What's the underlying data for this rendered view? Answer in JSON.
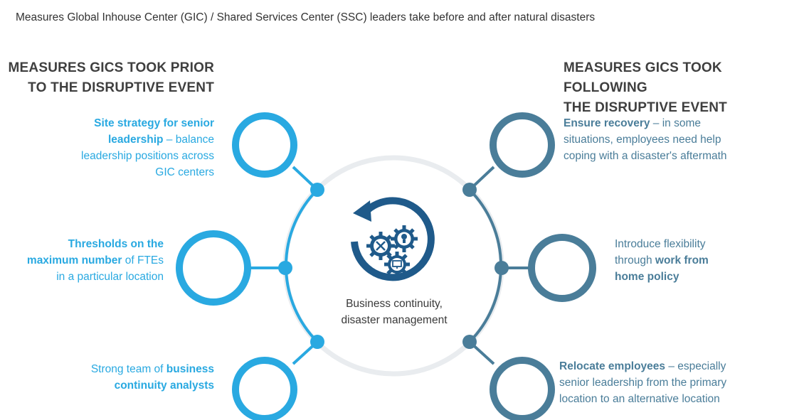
{
  "title": "Measures Global Inhouse Center (GIC) / Shared Services Center (SSC) leaders take before and after natural disasters",
  "left_heading": [
    "MEASURES GICS TOOK PRIOR",
    "TO THE DISRUPTIVE EVENT"
  ],
  "right_heading": [
    "MEASURES GICS TOOK FOLLOWING",
    "THE DISRUPTIVE EVENT"
  ],
  "center_label": [
    "Business continuity,",
    "disaster management"
  ],
  "colors": {
    "before": "#29a9e1",
    "after": "#4a7d99",
    "ring": "#e9ecef",
    "icon": "#1f5a8a"
  },
  "left_items": [
    {
      "lines": [
        [
          {
            "t": "Site strategy for senior",
            "b": true
          }
        ],
        [
          {
            "t": "leadership",
            "b": true
          },
          {
            "t": " – balance",
            "b": false
          }
        ],
        [
          {
            "t": "leadership positions across",
            "b": false
          }
        ],
        [
          {
            "t": "GIC centers",
            "b": false
          }
        ]
      ]
    },
    {
      "lines": [
        [
          {
            "t": "Thresholds on the",
            "b": true
          }
        ],
        [
          {
            "t": "maximum number",
            "b": true
          },
          {
            "t": " of FTEs",
            "b": false
          }
        ],
        [
          {
            "t": "in a particular location",
            "b": false
          }
        ]
      ]
    },
    {
      "lines": [
        [
          {
            "t": "Strong team of ",
            "b": false
          },
          {
            "t": "business",
            "b": true
          }
        ],
        [
          {
            "t": "continuity analysts",
            "b": true
          }
        ]
      ]
    }
  ],
  "right_items": [
    {
      "lines": [
        [
          {
            "t": "Ensure recovery",
            "b": true
          },
          {
            "t": " – in some",
            "b": false
          }
        ],
        [
          {
            "t": "situations, employees need help",
            "b": false
          }
        ],
        [
          {
            "t": "coping with a disaster's aftermath",
            "b": false
          }
        ]
      ]
    },
    {
      "lines": [
        [
          {
            "t": "Introduce flexibility",
            "b": false
          }
        ],
        [
          {
            "t": "through ",
            "b": false
          },
          {
            "t": "work from",
            "b": true
          }
        ],
        [
          {
            "t": "home policy",
            "b": true
          }
        ]
      ]
    },
    {
      "lines": [
        [
          {
            "t": "Relocate employees",
            "b": true
          },
          {
            "t": " – especially",
            "b": false
          }
        ],
        [
          {
            "t": "senior leadership from the primary",
            "b": false
          }
        ],
        [
          {
            "t": "location to an alternative location",
            "b": false
          }
        ]
      ]
    }
  ],
  "icons": [
    "cycle-arrow-icon",
    "tools-gear-icon",
    "lightbulb-gear-icon",
    "monitor-gear-icon"
  ]
}
